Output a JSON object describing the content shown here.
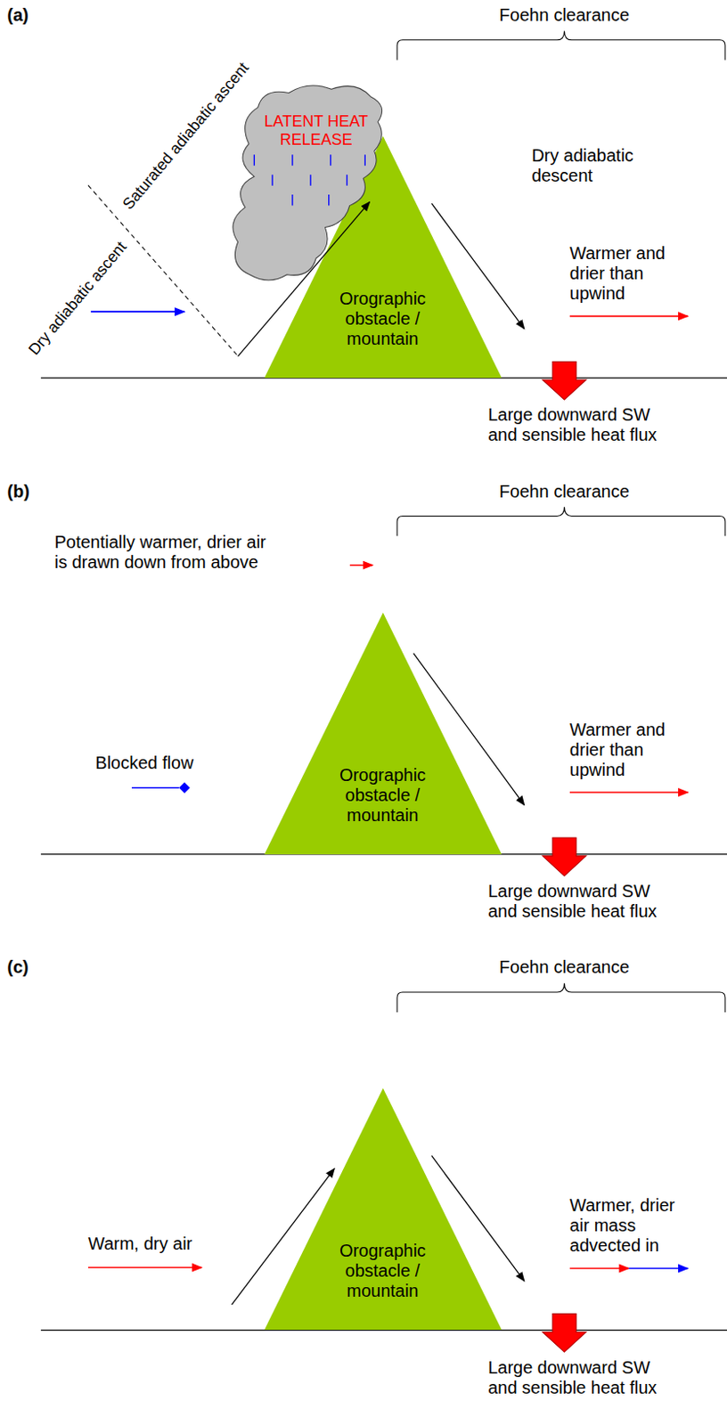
{
  "diagram": {
    "nodes": [
      {
        "text": [
          "LATENT HEAT RELEASE"
        ]
      },
      {
        "text": [
          "Orographic obstacle / mountain"
        ]
      },
      {
        "text": [
          "Orographic obstacle / mountain"
        ]
      },
      {
        "text": [
          "Orographic obstacle / mountain"
        ]
      }
    ],
    "labels": [
      "(a)",
      "Foehn clearance",
      "Saturated adiabatic ascent",
      "Dry adiabatic ascent",
      "Dry adiabatic descent",
      "Warmer and drier than upwind",
      "Large downward SW and sensible heat flux",
      "(b)",
      "Foehn clearance",
      "Potentially warmer, drier air is drawn down from above",
      "Blocked flow",
      "Warmer and drier than upwind",
      "Large downward SW and sensible heat flux",
      "(c)",
      "Foehn clearance",
      "Warm, dry air",
      "Warmer, drier air mass advected in",
      "Large downward SW and sensible heat flux"
    ]
  }
}
